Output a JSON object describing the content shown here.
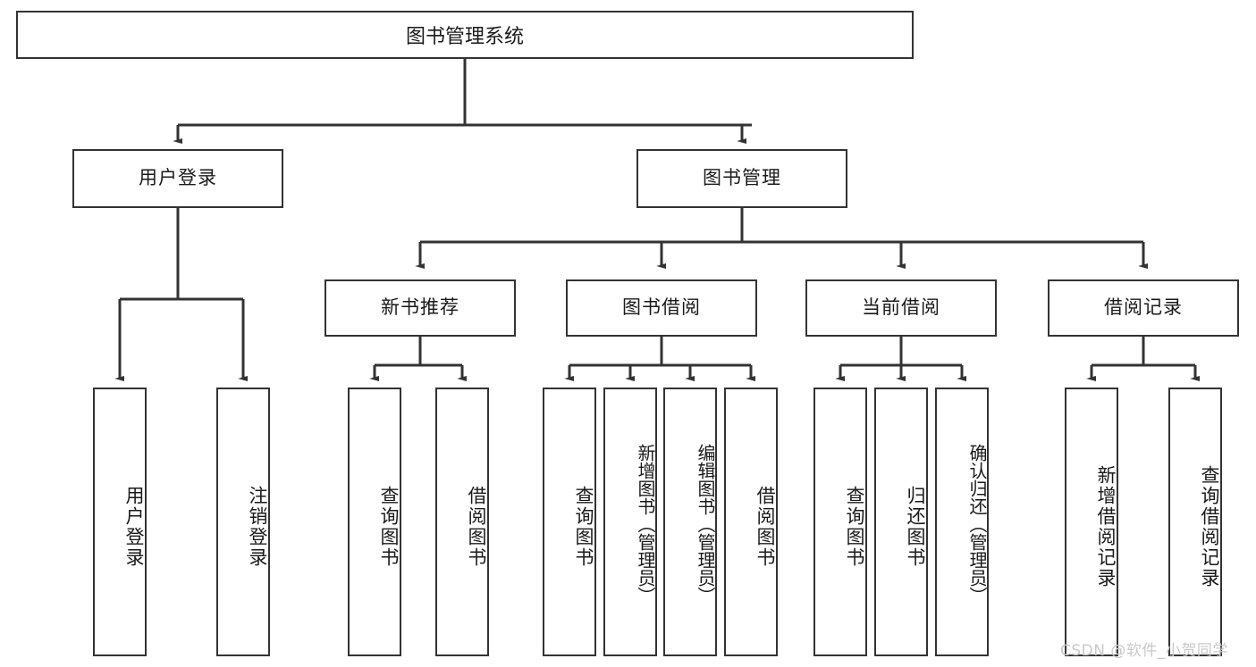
{
  "diagram": {
    "title": "图书管理系统",
    "type": "hierarchy-tree",
    "root": {
      "label": "图书管理系统"
    },
    "level1": [
      {
        "label": "用户登录"
      },
      {
        "label": "图书管理"
      }
    ],
    "level2": [
      {
        "label": "新书推荐"
      },
      {
        "label": "图书借阅"
      },
      {
        "label": "当前借阅"
      },
      {
        "label": "借阅记录"
      }
    ],
    "leaves": {
      "user_login": [
        {
          "label": "用户登录"
        },
        {
          "label": "注销登录"
        }
      ],
      "new_book_recommend": [
        {
          "label": "查询图书"
        },
        {
          "label": "借阅图书"
        }
      ],
      "book_borrow": [
        {
          "label": "查询图书"
        },
        {
          "label": "新增图书（管理员）"
        },
        {
          "label": "编辑图书（管理员）"
        },
        {
          "label": "借阅图书"
        }
      ],
      "current_borrow": [
        {
          "label": "查询图书"
        },
        {
          "label": "归还图书"
        },
        {
          "label": "确认归还（管理员）"
        }
      ],
      "borrow_record": [
        {
          "label": "新增借阅记录"
        },
        {
          "label": "查询借阅记录"
        }
      ]
    }
  },
  "watermark": {
    "text": "CSDN @软件_小贺同学"
  },
  "colors": {
    "border": "#333333",
    "background": "#ffffff",
    "text": "#1a1a1a",
    "watermark": "#c9c9c9"
  }
}
